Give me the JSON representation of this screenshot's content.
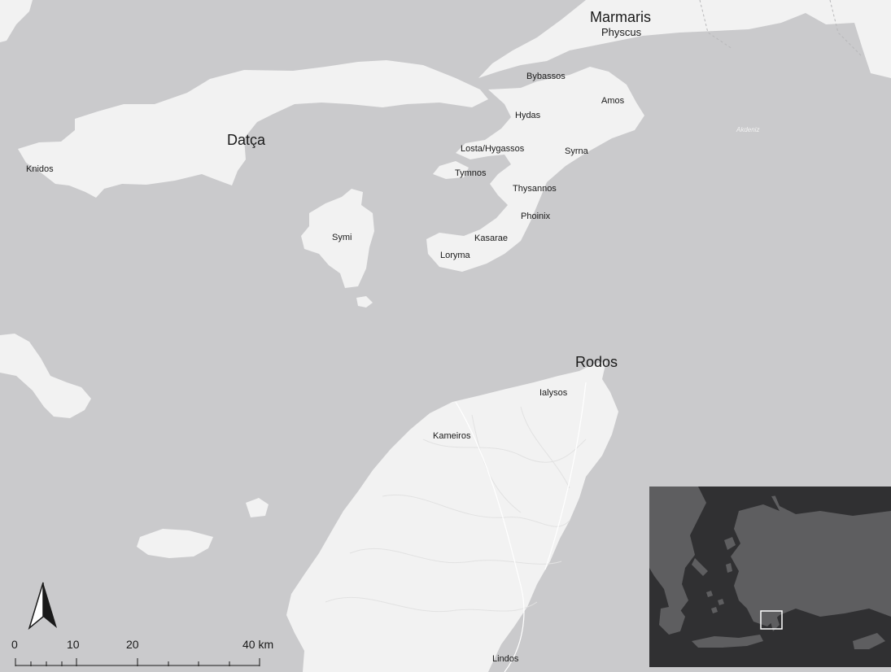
{
  "places": {
    "marmaris": "Marmaris",
    "physcus": "Physcus",
    "bybassos": "Bybassos",
    "amos": "Amos",
    "hydas": "Hydas",
    "datca": "Datça",
    "knidos": "Knidos",
    "losta": "Losta/Hygassos",
    "syrna": "Syrna",
    "tymnos": "Tymnos",
    "thysannos": "Thysannos",
    "phoinix": "Phoinix",
    "symi": "Symi",
    "kasarae": "Kasarae",
    "loryma": "Loryma",
    "rodos": "Rodos",
    "ialysos": "Ialysos",
    "kameiros": "Kameiros",
    "lindos": "Lindos"
  },
  "sea_label": "Akdeniz",
  "scale": {
    "ticks": [
      "0",
      "10",
      "20",
      "40 km"
    ]
  },
  "colors": {
    "sea": "#cacacc",
    "land": "#f2f2f2",
    "inset_sea": "#303032",
    "inset_land": "#5e5e60",
    "text": "#1a1a1a"
  }
}
